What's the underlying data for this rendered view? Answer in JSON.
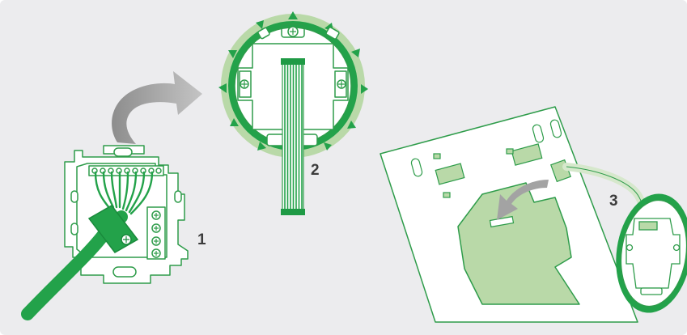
{
  "colors": {
    "background": "#ececee",
    "outline": "#2e9c4a",
    "fill_green": "#23a24a",
    "light_green": "#b9d9a8",
    "white": "#ffffff",
    "arrow_gray": "#a3a3a3",
    "label": "#3c3c3c"
  },
  "steps": [
    {
      "label": "1",
      "icon": "wall-box-wiring-icon"
    },
    {
      "label": "2",
      "icon": "round-mount-ribbon-cable-icon"
    },
    {
      "label": "3",
      "icon": "panel-attach-icon"
    }
  ]
}
